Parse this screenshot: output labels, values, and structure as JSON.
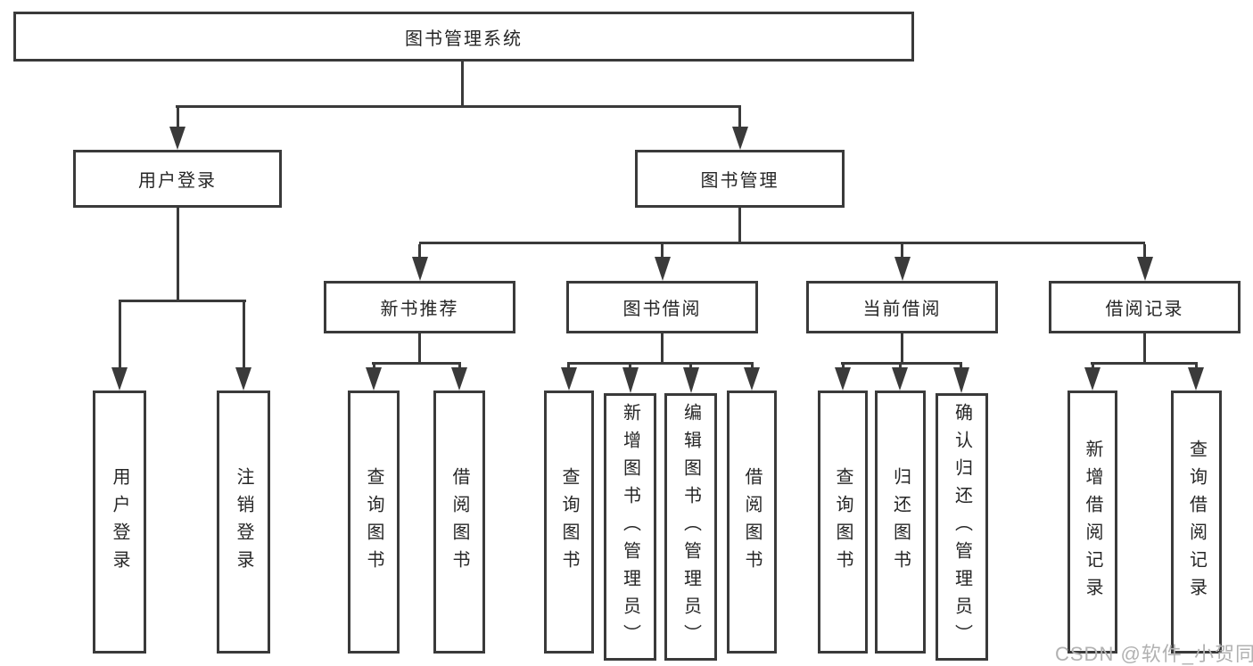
{
  "diagram": {
    "root": {
      "label": "图书管理系统"
    },
    "branches": [
      {
        "label": "用户登录",
        "leaves": [
          "用户登录",
          "注销登录"
        ]
      },
      {
        "label": "图书管理",
        "groups": [
          {
            "label": "新书推荐",
            "leaves": [
              "查询图书",
              "借阅图书"
            ]
          },
          {
            "label": "图书借阅",
            "leaves": [
              "查询图书",
              "新增图书（管理员）",
              "编辑图书（管理员）",
              "借阅图书"
            ]
          },
          {
            "label": "当前借阅",
            "leaves": [
              "查询图书",
              "归还图书",
              "确认归还（管理员）"
            ]
          },
          {
            "label": "借阅记录",
            "leaves": [
              "新增借阅记录",
              "查询借阅记录"
            ]
          }
        ]
      }
    ]
  },
  "watermark": {
    "text": "CSDN @软件_小贺同学"
  },
  "colors": {
    "line": "#3a3a3a",
    "text": "#262626",
    "watermark": "#b1b1b1",
    "background": "#ffffff"
  }
}
